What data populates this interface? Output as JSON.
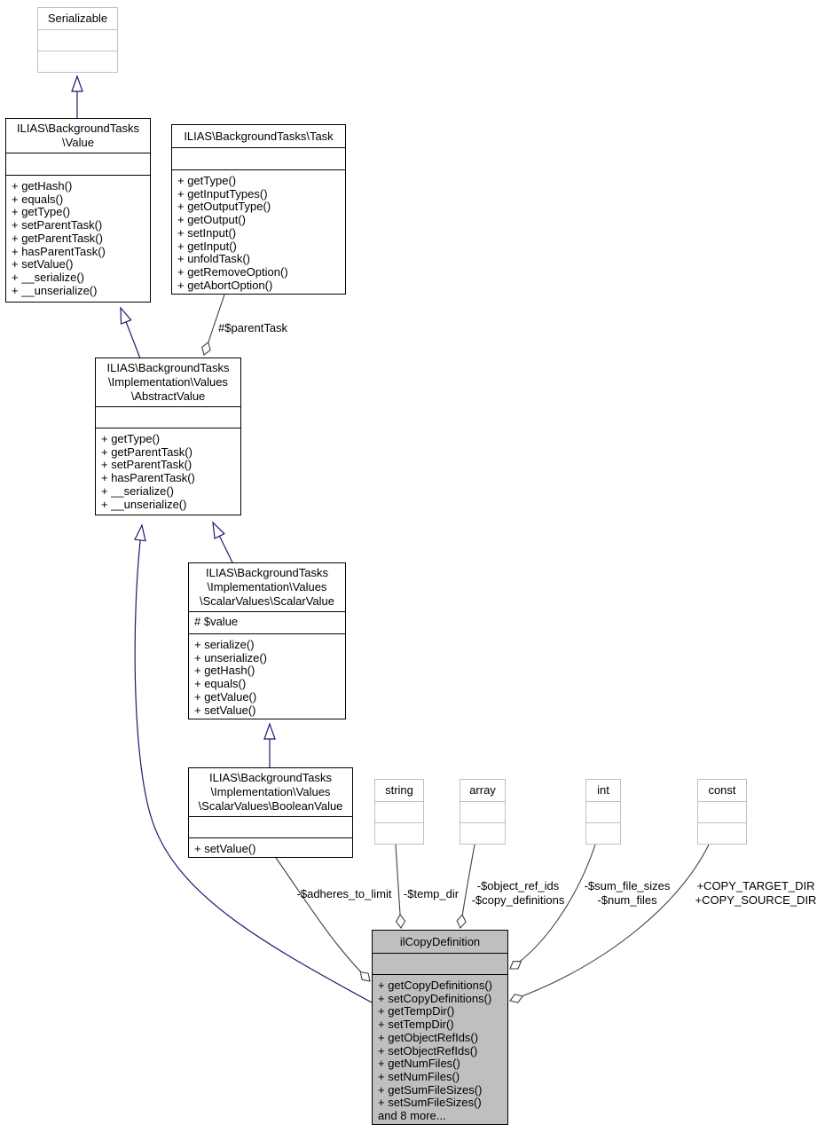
{
  "diagram": {
    "kind": "uml-collaboration-diagram",
    "colors": {
      "inheritance_edge": "#191970",
      "usage_edge": "#404040",
      "highlight_node_fill": "#bfbfbf",
      "external_node_border": "#c0c0c0",
      "class_node_border": "#000000",
      "background": "#ffffff"
    }
  },
  "classes": {
    "serializable": {
      "title": [
        "Serializable"
      ],
      "attributes": [],
      "methods": []
    },
    "value": {
      "title": [
        "ILIAS\\BackgroundTasks",
        "\\Value"
      ],
      "attributes": [],
      "methods": [
        "+ getHash()",
        "+ equals()",
        "+ getType()",
        "+ setParentTask()",
        "+ getParentTask()",
        "+ hasParentTask()",
        "+ setValue()",
        "+ __serialize()",
        "+ __unserialize()"
      ]
    },
    "task": {
      "title": [
        "ILIAS\\BackgroundTasks\\Task"
      ],
      "attributes": [],
      "methods": [
        "+ getType()",
        "+ getInputTypes()",
        "+ getOutputType()",
        "+ getOutput()",
        "+ setInput()",
        "+ getInput()",
        "+ unfoldTask()",
        "+ getRemoveOption()",
        "+ getAbortOption()"
      ]
    },
    "abstract_value": {
      "title": [
        "ILIAS\\BackgroundTasks",
        "\\Implementation\\Values",
        "\\AbstractValue"
      ],
      "attributes": [],
      "methods": [
        "+ getType()",
        "+ getParentTask()",
        "+ setParentTask()",
        "+ hasParentTask()",
        "+ __serialize()",
        "+ __unserialize()"
      ]
    },
    "scalar_value": {
      "title": [
        "ILIAS\\BackgroundTasks",
        "\\Implementation\\Values",
        "\\ScalarValues\\ScalarValue"
      ],
      "attributes": [
        "# $value"
      ],
      "methods": [
        "+ serialize()",
        "+ unserialize()",
        "+ getHash()",
        "+ equals()",
        "+ getValue()",
        "+ setValue()"
      ]
    },
    "boolean_value": {
      "title": [
        "ILIAS\\BackgroundTasks",
        "\\Implementation\\Values",
        "\\ScalarValues\\BooleanValue"
      ],
      "attributes": [],
      "methods": [
        "+ setValue()"
      ]
    },
    "string": {
      "title": [
        "string"
      ],
      "attributes": [],
      "methods": []
    },
    "array": {
      "title": [
        "array"
      ],
      "attributes": [],
      "methods": []
    },
    "int": {
      "title": [
        "int"
      ],
      "attributes": [],
      "methods": []
    },
    "const": {
      "title": [
        "const"
      ],
      "attributes": [],
      "methods": []
    },
    "il_copy_definition": {
      "title": [
        "ilCopyDefinition"
      ],
      "attributes": [],
      "methods": [
        "+ getCopyDefinitions()",
        "+ setCopyDefinitions()",
        "+ getTempDir()",
        "+ setTempDir()",
        "+ getObjectRefIds()",
        "+ setObjectRefIds()",
        "+ getNumFiles()",
        "+ setNumFiles()",
        "+ getSumFileSizes()",
        "+ setSumFileSizes()",
        "and 8 more..."
      ]
    }
  },
  "edge_labels": {
    "parent_task": [
      "#$parentTask"
    ],
    "adheres_to_limit": [
      "-$adheres_to_limit"
    ],
    "temp_dir": [
      "-$temp_dir"
    ],
    "object_refs": [
      "-$object_ref_ids",
      "-$copy_definitions"
    ],
    "file_stats": [
      "-$sum_file_sizes",
      "-$num_files"
    ],
    "copy_consts": [
      "+COPY_TARGET_DIR",
      "+COPY_SOURCE_DIR"
    ]
  }
}
